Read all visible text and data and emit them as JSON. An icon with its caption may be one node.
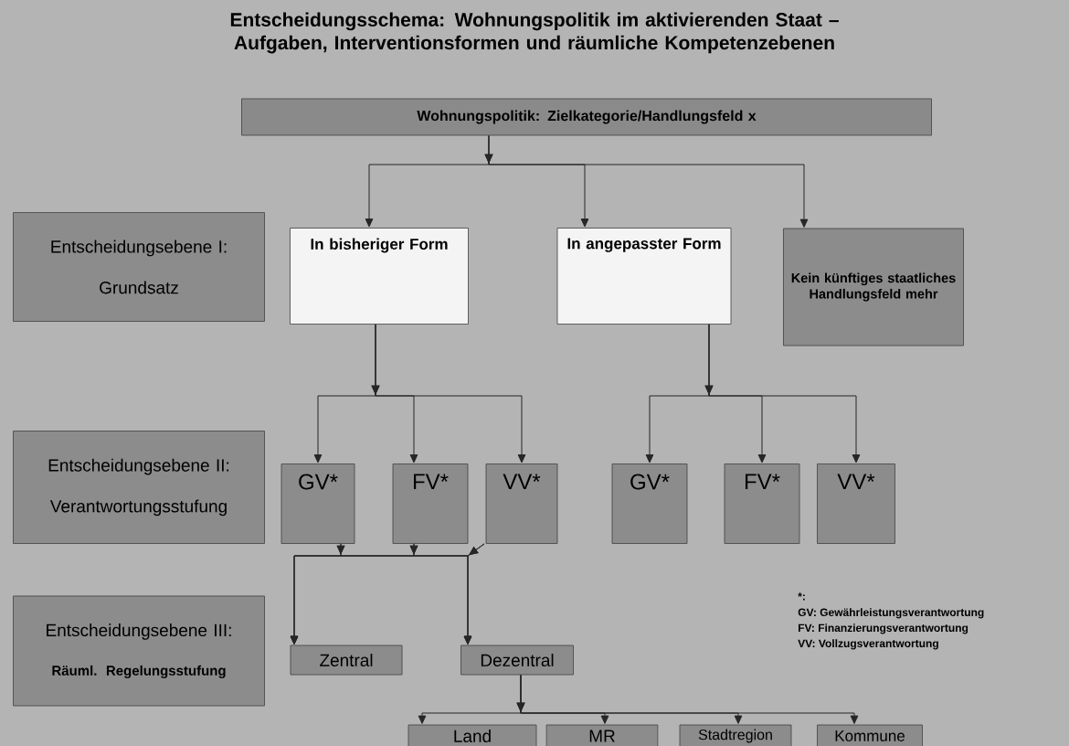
{
  "diagram": {
    "title": "Entscheidungsschema: Wohnungspolitik im aktivierenden Staat – Aufgaben, Interventionsformen und räumliche Kompetenzebenen",
    "nodes": [
      {
        "text": [
          "Wohnungspolitik: Zielkategorie/Handlungsfeld x"
        ]
      },
      {
        "text": [
          "Entscheidungsebene I:",
          "Grundsatz"
        ]
      },
      {
        "text": [
          "In bisheriger Form"
        ]
      },
      {
        "text": [
          "In angepasster Form"
        ]
      },
      {
        "text": [
          "Kein künftiges staatliches Handlungsfeld mehr"
        ]
      },
      {
        "text": [
          "Entscheidungsebene II:",
          "Verantwortungsstufung"
        ]
      },
      {
        "text": [
          "GV*"
        ]
      },
      {
        "text": [
          "FV*"
        ]
      },
      {
        "text": [
          "VV*"
        ]
      },
      {
        "text": [
          "GV*"
        ]
      },
      {
        "text": [
          "FV*"
        ]
      },
      {
        "text": [
          "VV*"
        ]
      },
      {
        "text": [
          "Entscheidungsebene III:",
          "Räuml. Regelungsstufung"
        ]
      },
      {
        "text": [
          "Zentral"
        ]
      },
      {
        "text": [
          "Dezentral"
        ]
      },
      {
        "text": [
          "Land"
        ]
      },
      {
        "text": [
          "MR"
        ]
      },
      {
        "text": [
          "Stadtregion"
        ]
      },
      {
        "text": [
          "Kommune"
        ]
      }
    ],
    "edges": [
      {
        "from": 0,
        "to": 2,
        "arrow": "to"
      },
      {
        "from": 0,
        "to": 3,
        "arrow": "to"
      },
      {
        "from": 0,
        "to": 4,
        "arrow": "to"
      },
      {
        "from": 2,
        "to": 6,
        "arrow": "to"
      },
      {
        "from": 2,
        "to": 7,
        "arrow": "to"
      },
      {
        "from": 2,
        "to": 8,
        "arrow": "to"
      },
      {
        "from": 3,
        "to": 9,
        "arrow": "to"
      },
      {
        "from": 3,
        "to": 10,
        "arrow": "to"
      },
      {
        "from": 3,
        "to": 11,
        "arrow": "to"
      },
      {
        "from": 6,
        "to": 13,
        "arrow": "to"
      },
      {
        "from": 6,
        "to": 14,
        "arrow": "to"
      },
      {
        "from": 7,
        "to": 13,
        "arrow": "to"
      },
      {
        "from": 7,
        "to": 14,
        "arrow": "to"
      },
      {
        "from": 8,
        "to": 13,
        "arrow": "to"
      },
      {
        "from": 8,
        "to": 14,
        "arrow": "to"
      },
      {
        "from": 14,
        "to": 15,
        "arrow": "to"
      },
      {
        "from": 14,
        "to": 16,
        "arrow": "to"
      },
      {
        "from": 14,
        "to": 17,
        "arrow": "to"
      },
      {
        "from": 14,
        "to": 18,
        "arrow": "to"
      }
    ],
    "labels": [
      "*:",
      "GV: Gewährleistungsverantwortung",
      "FV: Finanzierungsverantwortung",
      "VV: Vollzugsverantwortung"
    ]
  }
}
